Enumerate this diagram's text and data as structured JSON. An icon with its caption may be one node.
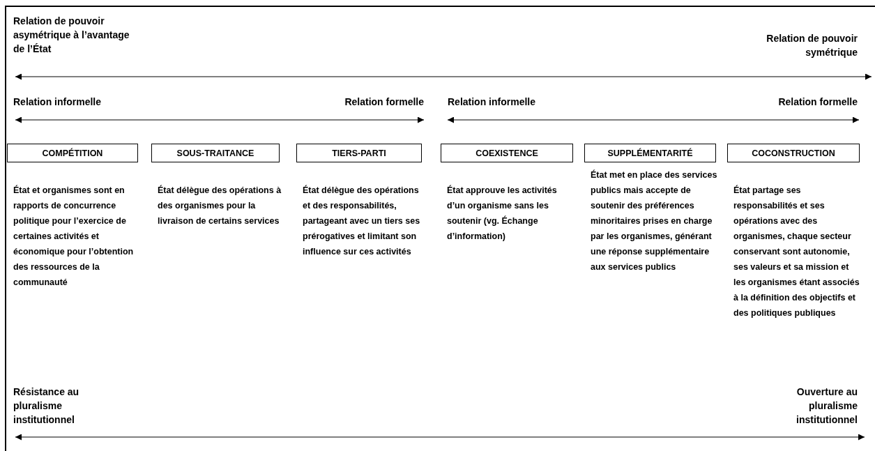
{
  "diagram": {
    "nodes": [
      {
        "text": [
          "COMPÉTITION"
        ],
        "beside": [
          "État et organismes sont en rapports de concurrence politique pour l’exercice de certaines activités et économique pour l’obtention des ressources de la communauté"
        ]
      },
      {
        "text": [
          "SOUS-TRAITANCE"
        ],
        "beside": [
          "État délègue des opérations à des organismes pour la livraison de certains services"
        ]
      },
      {
        "text": [
          "TIERS-PARTI"
        ],
        "beside": [
          "État délègue des opérations et des responsabilités, partageant avec un tiers ses prérogatives et limitant son influence sur ces activités"
        ]
      },
      {
        "text": [
          "COEXISTENCE"
        ],
        "beside": [
          "État approuve les activités d’un organisme sans les soutenir (vg. Échange d’information)"
        ]
      },
      {
        "text": [
          "SUPPLÉMENTARITÉ"
        ],
        "beside": [
          "État met en place des services publics mais accepte de soutenir des préférences minoritaires prises en charge par les organismes, générant une réponse supplémentaire aux services publics"
        ]
      },
      {
        "text": [
          "COCONSTRUCTION"
        ],
        "beside": [
          "État partage ses responsabilités et ses opérations avec des organismes, chaque secteur conservant sont autonomie, ses valeurs et sa mission et les organismes étant associés à la définition des objectifs et des politiques publiques"
        ]
      }
    ],
    "labels": [
      "Relation de pouvoir asymétrique à l’avantage de l’État",
      "Relation de pouvoir symétrique",
      "Relation informelle",
      "Relation formelle",
      "Relation informelle",
      "Relation formelle",
      "Résistance au pluralisme institutionnel",
      "Ouverture au pluralisme institutionnel"
    ]
  }
}
